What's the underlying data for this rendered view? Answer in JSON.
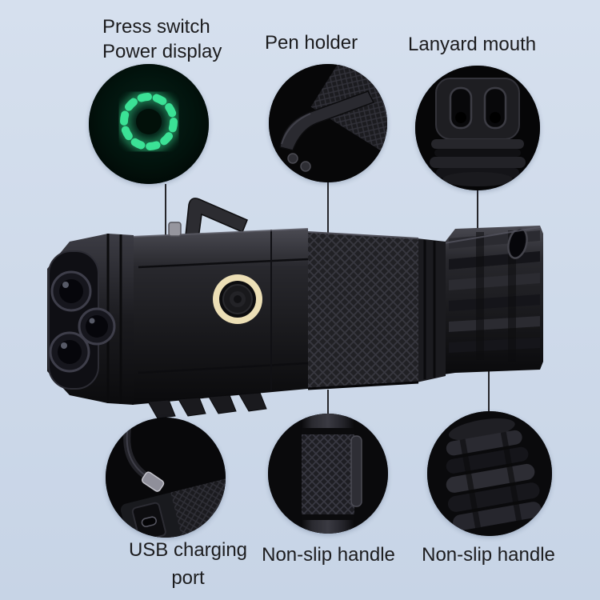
{
  "colors": {
    "background_top": "#d6e0ee",
    "background_bottom": "#c7d4e6",
    "label_text": "#1c1c1e",
    "led_green": "#3de89a",
    "switch_ring": "#ecdfb6"
  },
  "callouts": {
    "press_switch": {
      "label_line1": "Press switch",
      "label_line2": "Power display"
    },
    "pen_holder": {
      "label": "Pen holder"
    },
    "lanyard_mouth": {
      "label": "Lanyard mouth"
    },
    "usb_port": {
      "label_line1": "USB charging",
      "label_line2": "port"
    },
    "non_slip_handle_mid": {
      "label": "Non-slip handle"
    },
    "non_slip_handle_tail": {
      "label": "Non-slip handle"
    }
  }
}
